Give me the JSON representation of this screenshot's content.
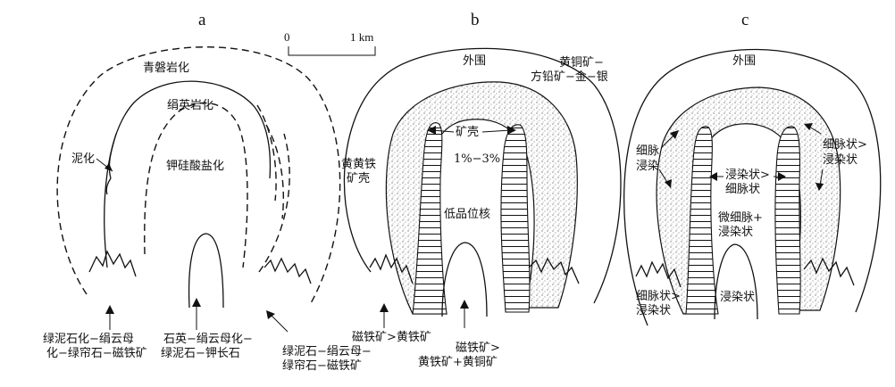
{
  "panels": {
    "a": "a",
    "b": "b",
    "c": "c"
  },
  "scale": {
    "zero": "0",
    "one": "1 km"
  },
  "panel_a": {
    "zone_outer": "青磐岩化",
    "zone_middle": "绢英岩化",
    "zone_inner": "钾硅酸盐化",
    "clay": "泥化",
    "bottom_left": [
      "绿泥石化−绢云母",
      "化−绿帘石−磁铁矿"
    ],
    "bottom_center": [
      "石英−绢云母化−",
      "绿泥石−钾长石"
    ],
    "bottom_right": [
      "绿泥石−绢云母−",
      "绿帘石−磁铁矿"
    ]
  },
  "panel_b": {
    "outer": "外围",
    "ore_right": [
      "黄铜矿−",
      "方铅矿−金−银"
    ],
    "pyrite_shell": [
      "黄黄铁",
      "矿壳"
    ],
    "ore_shell": "矿壳",
    "grade": "1%−3%",
    "low_grade_core": "低品位核",
    "bottom_left": "磁铁矿>黄铁矿",
    "bottom_center": [
      "磁铁矿>",
      "黄铁矿+黄铜矿"
    ]
  },
  "panel_c": {
    "outer": "外围",
    "left_upper": [
      "细脉",
      "浸染"
    ],
    "right_upper": [
      "细脉状>",
      "浸染状"
    ],
    "center_upper": [
      "浸染状>",
      "细脉状"
    ],
    "center_lower": [
      "微细脉+",
      "浸染状"
    ],
    "left_lower": [
      "细脉状>",
      "浸染状"
    ],
    "bottom_center": "浸染状"
  }
}
